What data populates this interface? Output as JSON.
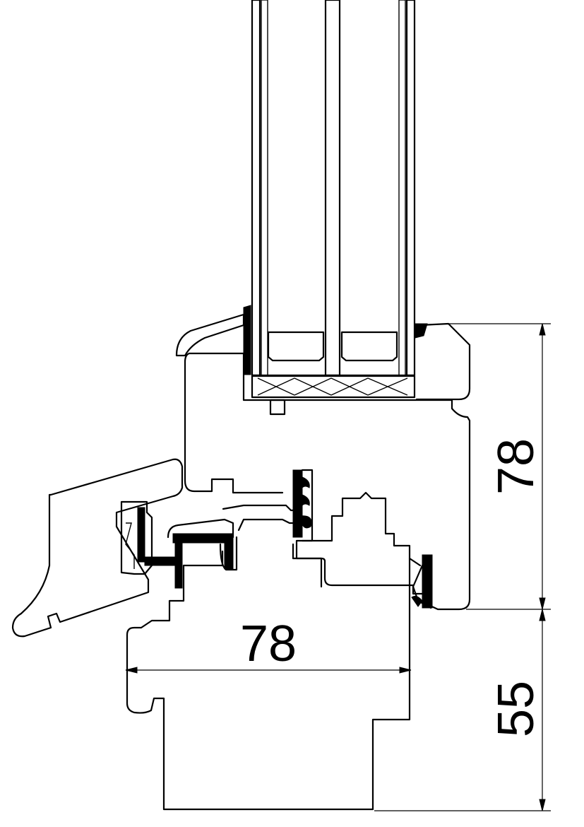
{
  "dimensions": {
    "frame_width": "78",
    "sash_height": "78",
    "frame_height": "55"
  }
}
